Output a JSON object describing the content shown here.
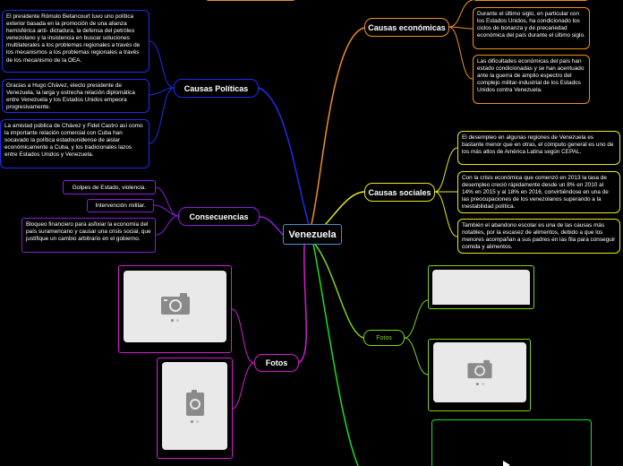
{
  "central": {
    "label": "Venezuela",
    "color": "#4a90c8"
  },
  "branches": {
    "politicas": {
      "label": "Causas Políticas",
      "color": "#1d2ef0",
      "items": [
        "El presidente Rómulo Betancourt tuvo uno política exterior basada en la promoción de una alianza hemisférica anti- dictadura, la defensa del petróleo venezolano y la insistencia en buscar soluciones multilaterales a los problemas regionales a través de los mecanismos a los problemas regionales a través de los mecanismo de la OEA.",
        "Gracias a Hugo Chávez, electo presidente de Venezuela, la larga y estrecha relación diplomática entre Venezuela y los Estados Unidos empeora progresivamente.",
        "La amistad pública de Chávez y Fidel Castro así como la importante relación comercial con Cuba han socavado la política estadounidense de aislar económicamente a Cuba, y los tradicionales lazos entre Estados Unidos y Venezuela."
      ]
    },
    "consecuencias": {
      "label": "Consecuencias",
      "color": "#8a1ee0",
      "items": [
        "Golpes de Estado, violencia.",
        "Intervención militar.",
        "Bloqueo financiero para asfixiar la economía del país suramericano y causar una crisis social, que justifique un cambio arbitrario en el gobierno."
      ]
    },
    "fotos_left": {
      "label": "Fotos",
      "color": "#d41cd4"
    },
    "economicas": {
      "label": "Causas económicas",
      "color": "#f0901c",
      "items": [
        "Durante el último siglo, en particular con los Estados Unidos, ha condicionado los ciclos de bonanza y de precariedad económica del país durante el último siglo.",
        "Las dificultades económicas del país han estado condicionadas y se han acentuado ante la guerra de amplio espectro del complejo militar-industrial de los Estados Unidos contra Venezuela."
      ]
    },
    "sociales": {
      "label": "Causas sociales",
      "color": "#e8e81c",
      "items": [
        "El desempleo en algunas regiones de Venezuela es bastante menor que en otras, el cómputo general es uno de los más altos de América Latina según CEPAL.",
        "Con la crisis económica que comenzó en 2013 la tasa de desempleo creció rápidamente desde un 8% en 2010 al 14% en 2015 y al 18% en 2016, convirtiéndose en una de las preocupaciones de los venezolanos superando a la inestabilidad política.",
        "También el abandono escolar es una de las causas más notables, por la escasez de alimentos, debido a que los menores acompañan a sus padres en las fila para conseguir comida y alimentos."
      ]
    },
    "fotos_right": {
      "label": "Fotos",
      "color": "#7fd41c"
    },
    "extra_color": "#1ce01c"
  },
  "icons": {
    "photo": "camera-icon",
    "video": "play-icon"
  }
}
